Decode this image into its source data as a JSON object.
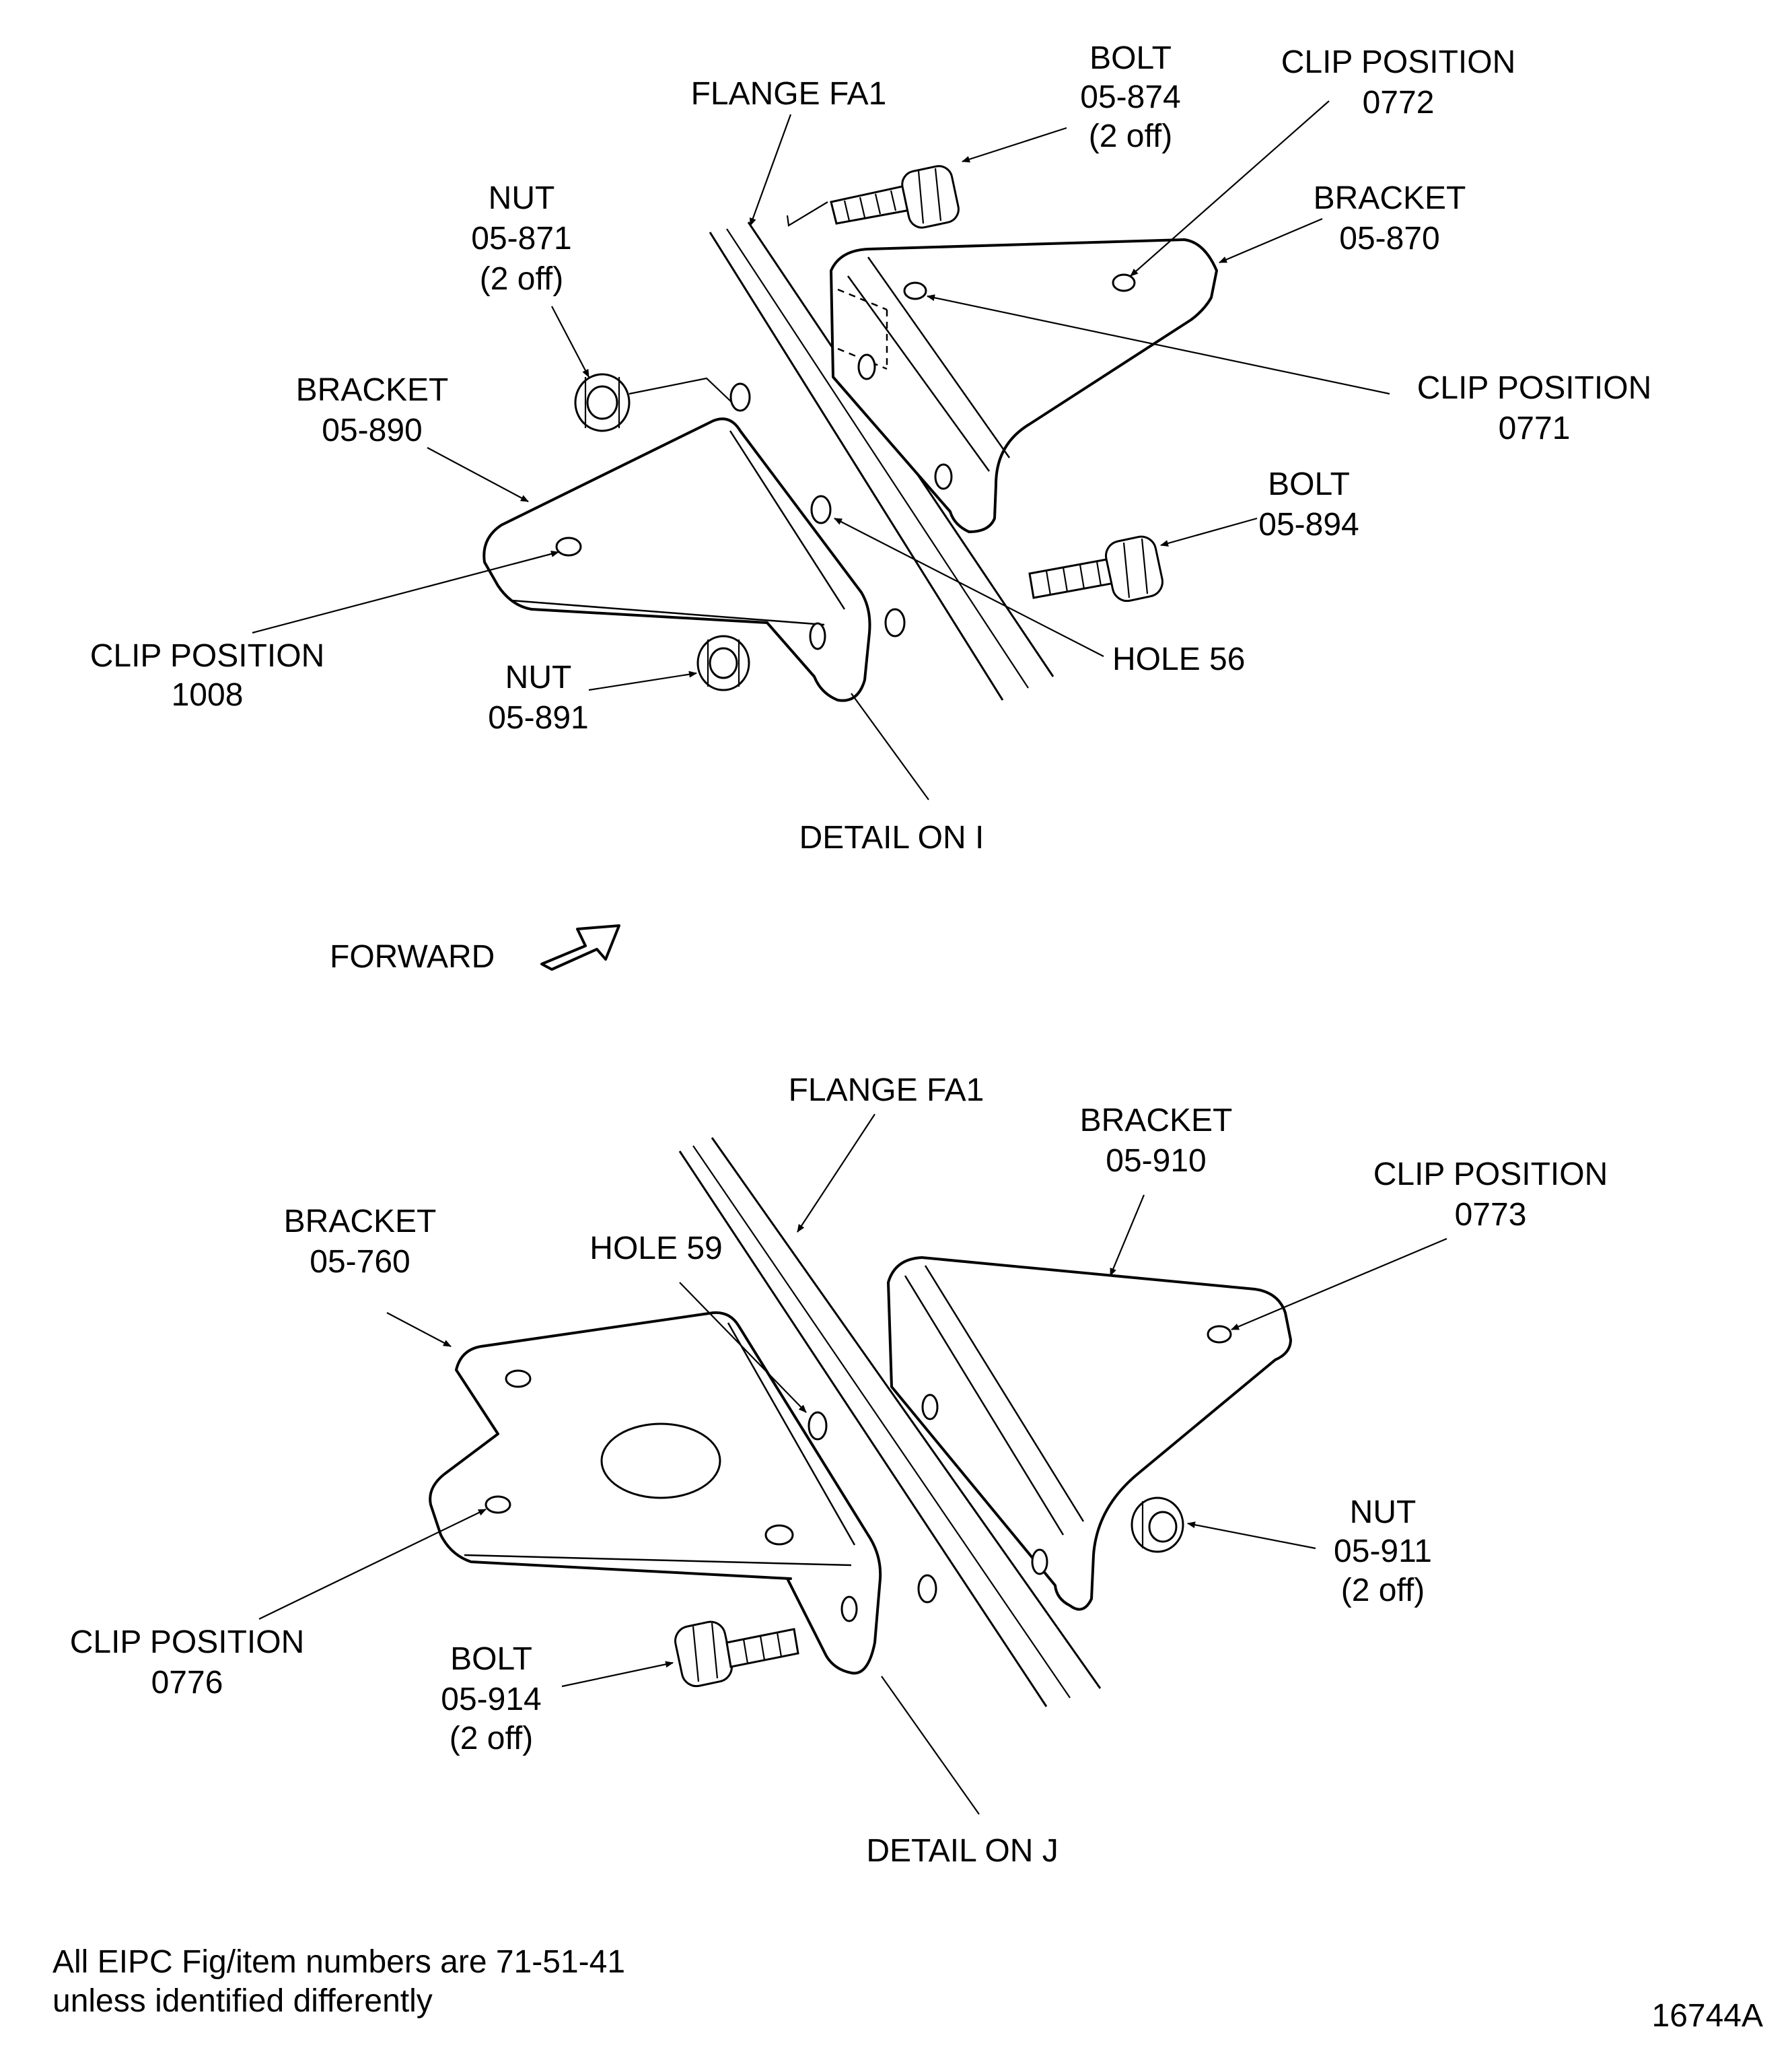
{
  "detail_i": {
    "caption": "DETAIL ON I",
    "flange": "FLANGE FA1",
    "bolt_a": [
      "BOLT",
      "05-874",
      "(2 off)"
    ],
    "clip_0772": [
      "CLIP POSITION",
      "0772"
    ],
    "bracket_870": [
      "BRACKET",
      "05-870"
    ],
    "nut_871": [
      "NUT",
      "05-871",
      "(2 off)"
    ],
    "bracket_890": [
      "BRACKET",
      "05-890"
    ],
    "clip_0771": [
      "CLIP POSITION",
      "0771"
    ],
    "bolt_894": [
      "BOLT",
      "05-894"
    ],
    "clip_1008": [
      "CLIP POSITION",
      "1008"
    ],
    "nut_891": [
      "NUT",
      "05-891"
    ],
    "hole": "HOLE 56"
  },
  "forward": "FORWARD",
  "detail_j": {
    "caption": "DETAIL ON J",
    "flange": "FLANGE FA1",
    "bracket_910": [
      "BRACKET",
      "05-910"
    ],
    "clip_0773": [
      "CLIP POSITION",
      "0773"
    ],
    "bracket_760": [
      "BRACKET",
      "05-760"
    ],
    "hole": "HOLE 59",
    "nut_911": [
      "NUT",
      "05-911",
      "(2 off)"
    ],
    "clip_0776": [
      "CLIP POSITION",
      "0776"
    ],
    "bolt_914": [
      "BOLT",
      "05-914",
      "(2 off)"
    ]
  },
  "footnote": [
    "All EIPC Fig/item numbers are 71-51-41",
    "unless identified differently"
  ],
  "figure_id": "16744A"
}
